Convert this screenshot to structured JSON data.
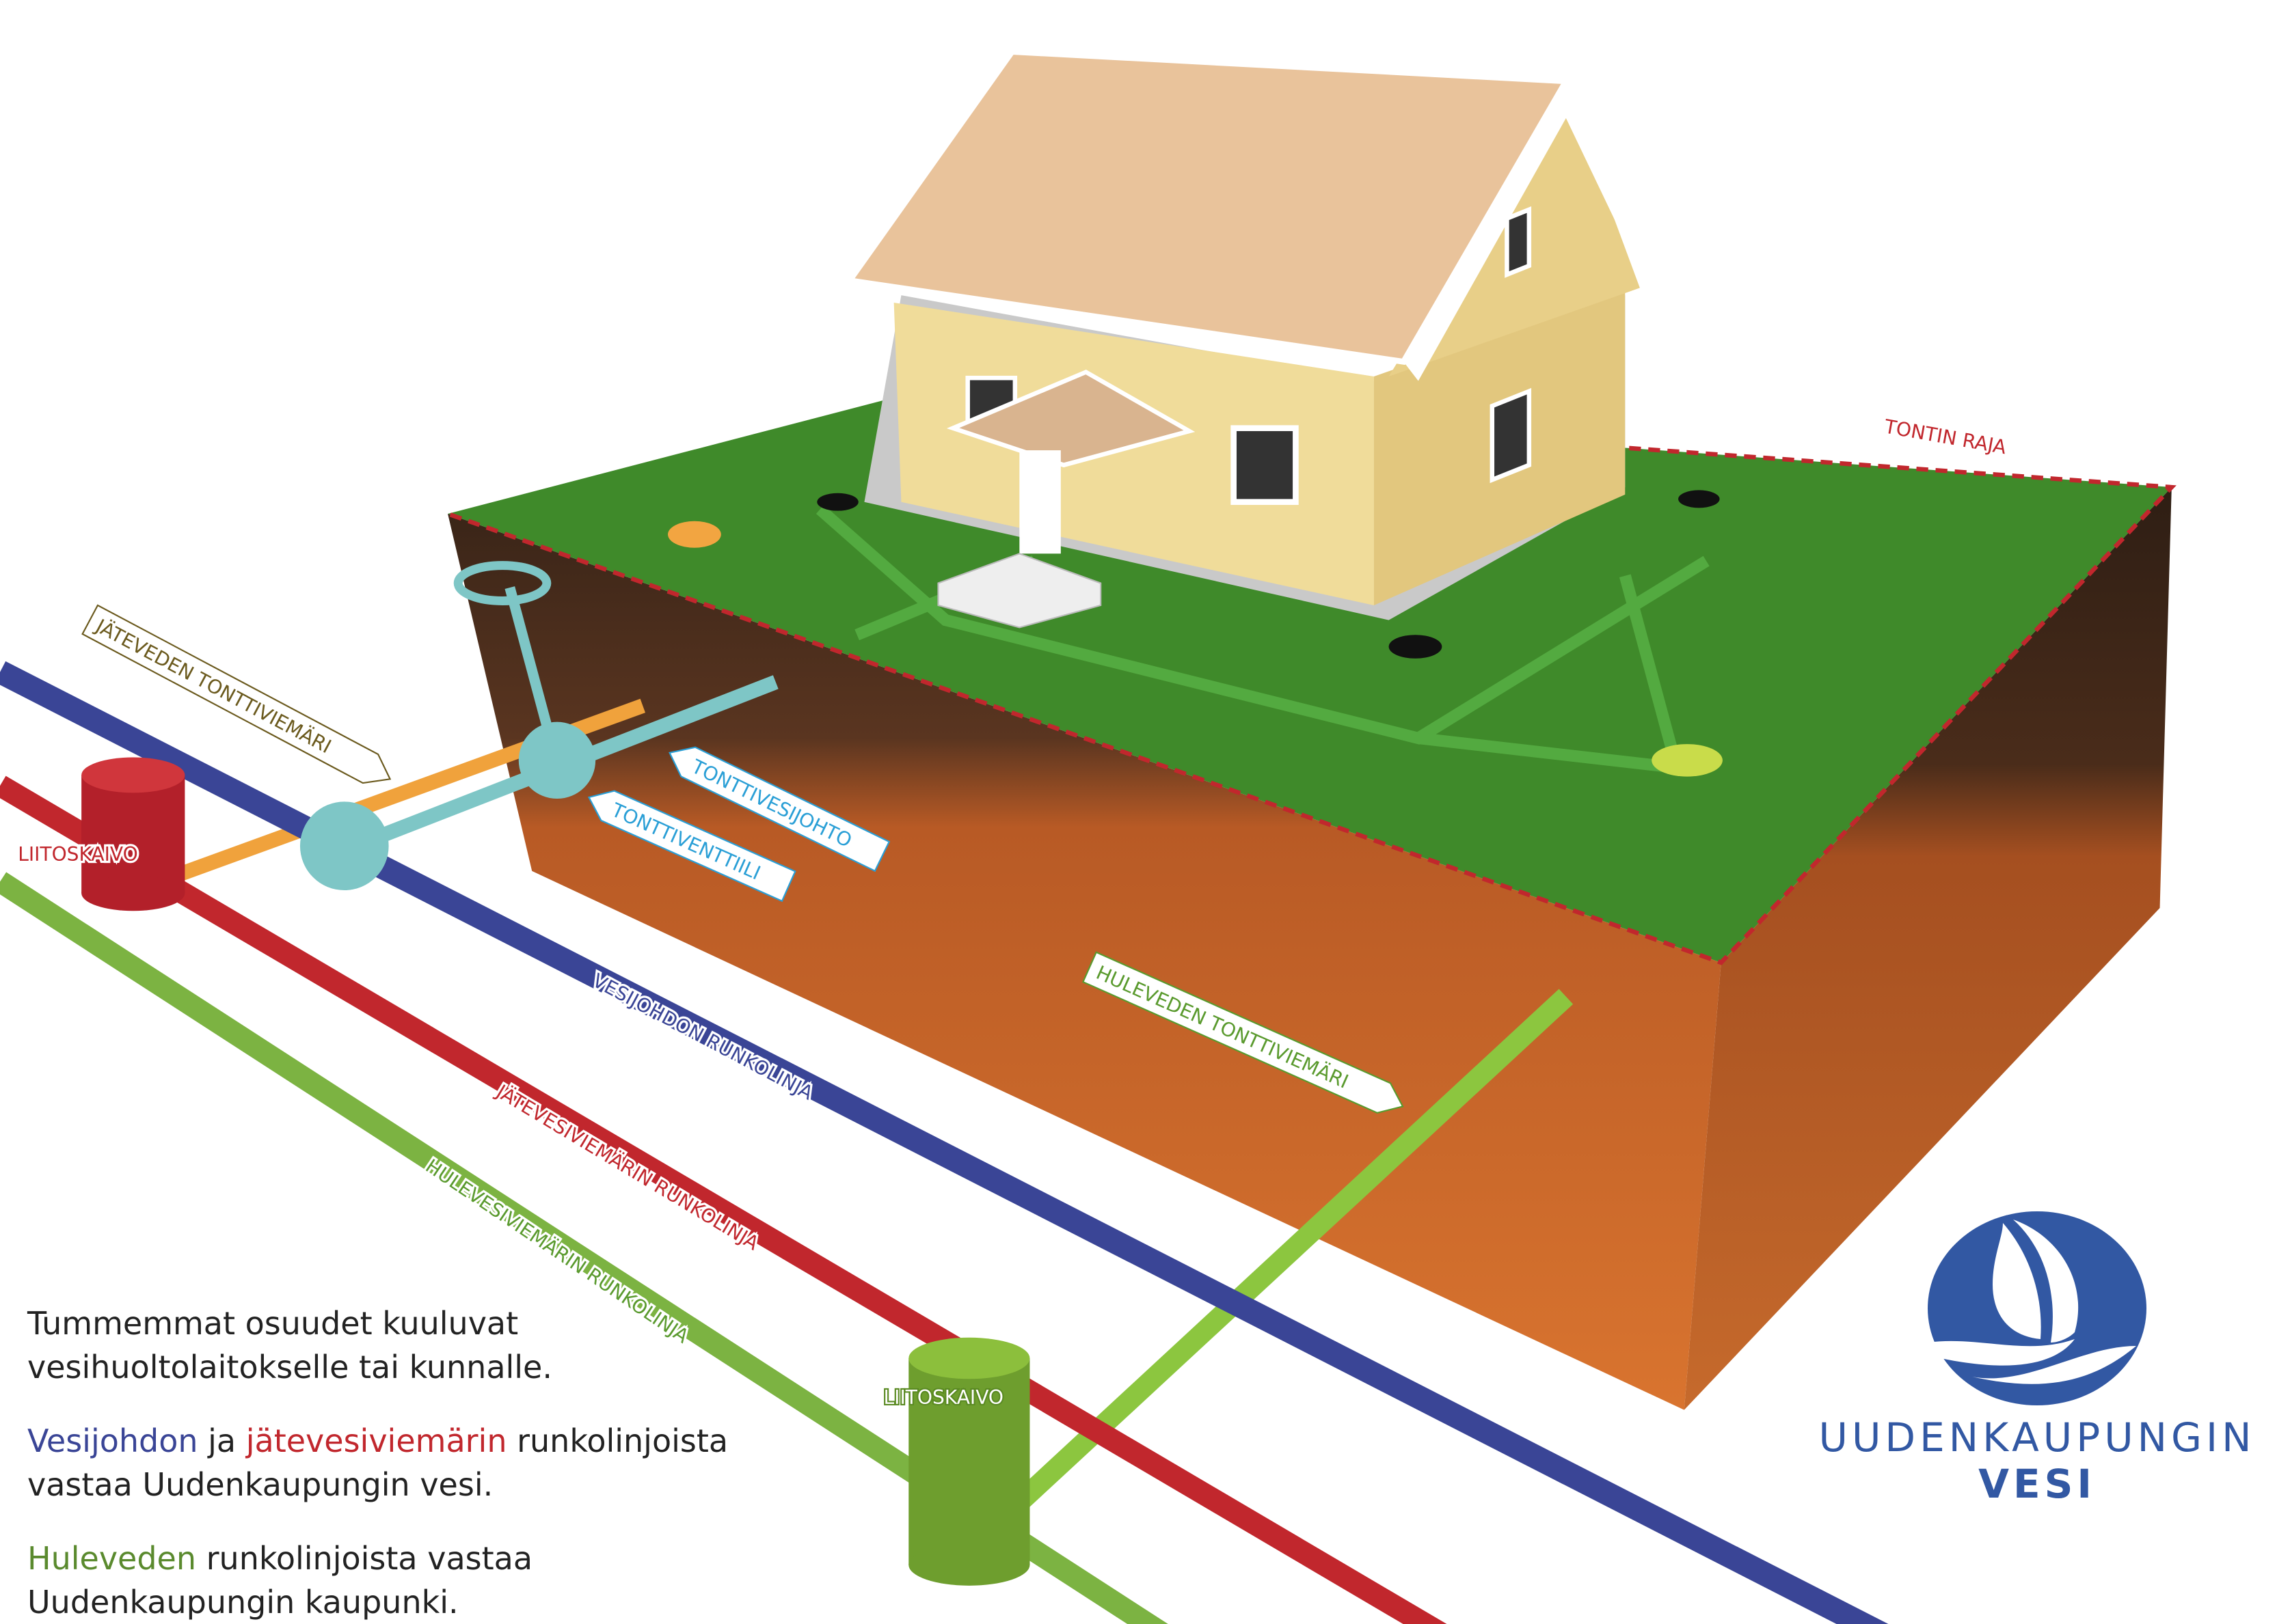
{
  "labels": {
    "tontin_raja": "TONTIN RAJA",
    "jateveden_tonttiviemari": "JÄTEVEDEN TONTTIVIEMÄRI",
    "tonttivesijohto": "TONTTIVESIJOHTO",
    "tonttiventtiili": "TONTTIVENTTIILI",
    "liitoskaivo_red": "LIITOSKAIVO",
    "liitoskaivo_green": "LIITOSKAIVO",
    "huleveden_tonttiviemari": "HULEVEDEN TONTTIVIEMÄRI",
    "vesijohdon_runkolinja": "VESIJOHDON RUNKOLINJA",
    "jatevesiviemarin_runkolinja": "JÄTEVESIVIEMÄRIN RUNKOLINJA",
    "hulevesiviemarin_runkolinja": "HULEVESIVIEMÄRIN RUNKOLINJA"
  },
  "info": {
    "p1": "Tummemmat osuudet kuuluvat vesihuoltolaitokselle tai kunnalle.",
    "p2_blue": "Vesijohdon",
    "p2_mid": " ja ",
    "p2_red": "jätevesiviemärin",
    "p2_rest": " runkolinjoista vastaa Uudenkaupungin vesi.",
    "p3_green": "Huleveden",
    "p3_rest": " runkolinjoista vastaa Uudenkaupungin kaupunki."
  },
  "logo": {
    "line1": "UUDENKAUPUNGIN",
    "line2": "VESI"
  },
  "colors": {
    "water": "#3a4596",
    "sewer": "#c1272d",
    "storm": "#7cb342",
    "logo": "#3258a3",
    "grass": "#3f8a2a",
    "soil": "#c8652a"
  }
}
